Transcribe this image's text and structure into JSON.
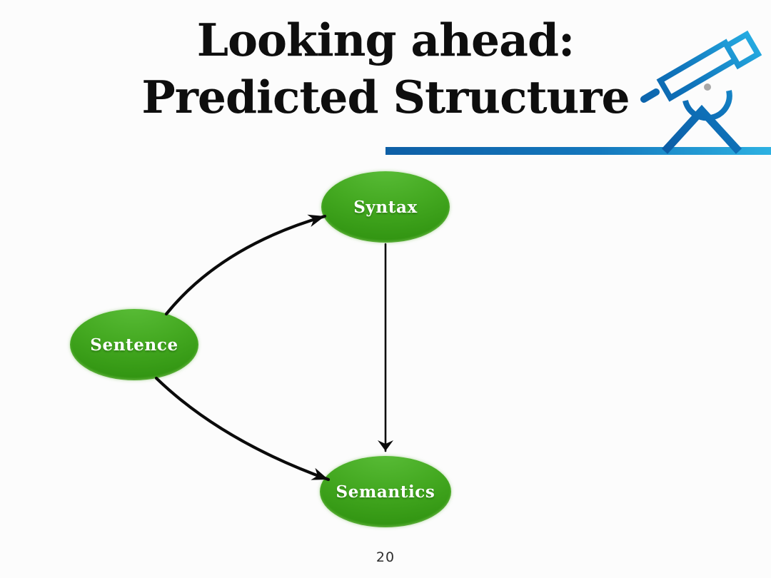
{
  "title": {
    "line1": "Looking ahead:",
    "line2": "Predicted Structure"
  },
  "footer": {
    "page_number": "20"
  },
  "diagram": {
    "type": "directed-graph",
    "nodes": [
      {
        "id": "sentence",
        "label": "Sentence"
      },
      {
        "id": "syntax",
        "label": "Syntax"
      },
      {
        "id": "semantics",
        "label": "Semantics"
      }
    ],
    "edges": [
      {
        "from": "sentence",
        "to": "syntax",
        "style": "curved"
      },
      {
        "from": "sentence",
        "to": "semantics",
        "style": "curved"
      },
      {
        "from": "syntax",
        "to": "semantics",
        "style": "straight"
      }
    ],
    "colors": {
      "node_fill_top": "#52b530",
      "node_fill_bottom": "#2c8d0d",
      "node_text": "#ffffff",
      "arrow": "#0b0b0b"
    }
  },
  "decor": {
    "icon": "telescope-icon",
    "accent_dark": "#0e5fa6",
    "accent_light": "#2db1e2",
    "mount_dot_color": "#a8a8a8"
  }
}
